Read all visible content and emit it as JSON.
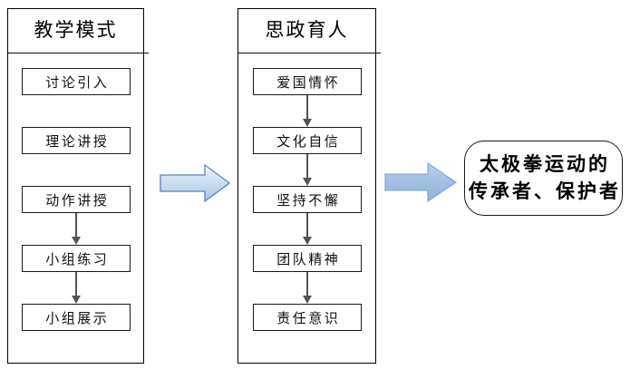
{
  "diagram": {
    "type": "flowchart",
    "title_present": false,
    "colors": {
      "box_border": "#1a1a1a",
      "connector": "#545454",
      "block_arrow_fill": "#9fbfe2",
      "block_arrow_stroke": "#5a84b8",
      "background": "#ffffff"
    },
    "columns": [
      {
        "id": "teaching-mode",
        "title": "教学模式",
        "nodes": [
          {
            "label": "讨论引入",
            "arrow_to_next": false
          },
          {
            "label": "理论讲授",
            "arrow_to_next": false
          },
          {
            "label": "动作讲授",
            "arrow_to_next": true
          },
          {
            "label": "小组练习",
            "arrow_to_next": true
          },
          {
            "label": "小组展示",
            "arrow_to_next": false
          }
        ]
      },
      {
        "id": "ideological-education",
        "title": "思政育人",
        "nodes": [
          {
            "label": "爱国情怀",
            "arrow_to_next": true
          },
          {
            "label": "文化自信",
            "arrow_to_next": true
          },
          {
            "label": "坚持不懈",
            "arrow_to_next": true
          },
          {
            "label": "团队精神",
            "arrow_to_next": true
          },
          {
            "label": "责任意识",
            "arrow_to_next": false
          }
        ]
      }
    ],
    "block_arrows": [
      {
        "id": "arrow-teaching-to-ideology",
        "direction": "right",
        "style": "gradient"
      },
      {
        "id": "arrow-ideology-to-outcome",
        "direction": "right",
        "style": "solid"
      }
    ],
    "outcome": {
      "id": "outcome-node",
      "line1": "太极拳运动的",
      "line2": "传承者、保护者"
    }
  }
}
